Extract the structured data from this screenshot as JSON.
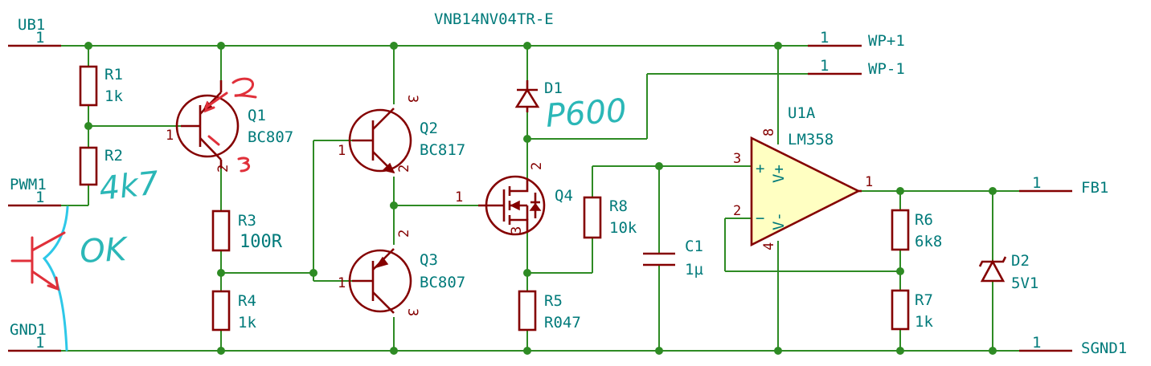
{
  "title": "VNB14NV04TR-E",
  "ports": {
    "ub1": {
      "name": "UB1",
      "pin": "1"
    },
    "pwm1": {
      "name": "PWM1",
      "pin": "1"
    },
    "gnd1": {
      "name": "GND1",
      "pin": "1"
    },
    "wp_plus": {
      "name": "WP+1",
      "pin": "1"
    },
    "wp_minus": {
      "name": "WP-1",
      "pin": "1"
    },
    "fb1": {
      "name": "FB1",
      "pin": "1"
    },
    "sgnd1": {
      "name": "SGND1",
      "pin": "1"
    }
  },
  "components": {
    "r1": {
      "ref": "R1",
      "value": "1k"
    },
    "r2": {
      "ref": "R2",
      "value": ""
    },
    "r3": {
      "ref": "R3",
      "value": "100R"
    },
    "r4": {
      "ref": "R4",
      "value": "1k"
    },
    "r5": {
      "ref": "R5",
      "value": "R047"
    },
    "r6": {
      "ref": "R6",
      "value": "6k8"
    },
    "r7": {
      "ref": "R7",
      "value": "1k"
    },
    "r8": {
      "ref": "R8",
      "value": "10k"
    },
    "c1": {
      "ref": "C1",
      "value": "1µ"
    },
    "d1": {
      "ref": "D1",
      "value": ""
    },
    "d2": {
      "ref": "D2",
      "value": "5V1"
    },
    "q1": {
      "ref": "Q1",
      "value": "BC807"
    },
    "q2": {
      "ref": "Q2",
      "value": "BC817"
    },
    "q3": {
      "ref": "Q3",
      "value": "BC807"
    },
    "q4": {
      "ref": "Q4",
      "value": ""
    },
    "u1a": {
      "ref": "U1A",
      "value": "LM358"
    }
  },
  "pin_numbers": {
    "one": "1",
    "two": "2",
    "three": "3",
    "four": "4",
    "eight": "8"
  },
  "opamp_marks": {
    "plus": "+",
    "minus": "−",
    "vplus": "V+",
    "vminus": "V-"
  },
  "handwritten": {
    "r2_note": "4k7",
    "d1_note": "P600",
    "ok_note": "OK"
  },
  "colors": {
    "wire": "#2e8b24",
    "part": "#840000",
    "label": "#007a7a",
    "opamp_fill": "#ffffc2",
    "annotation_cyan": "#2bb7b7",
    "annotation_red": "#e0303a"
  }
}
